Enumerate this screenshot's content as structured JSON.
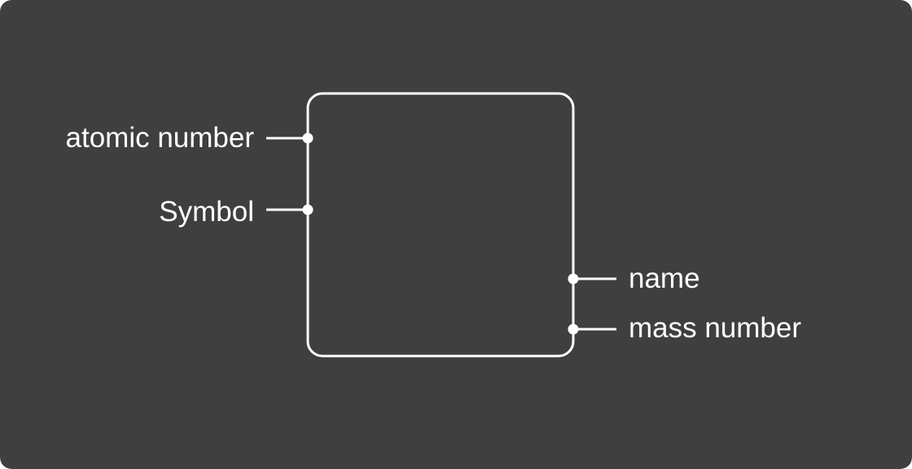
{
  "colors": {
    "background": "#3f3f3f",
    "stroke": "#ffffff",
    "text": "#ffffff"
  },
  "labels": {
    "atomic_number": "atomic number",
    "symbol": "Symbol",
    "name": "name",
    "mass_number": "mass number"
  }
}
